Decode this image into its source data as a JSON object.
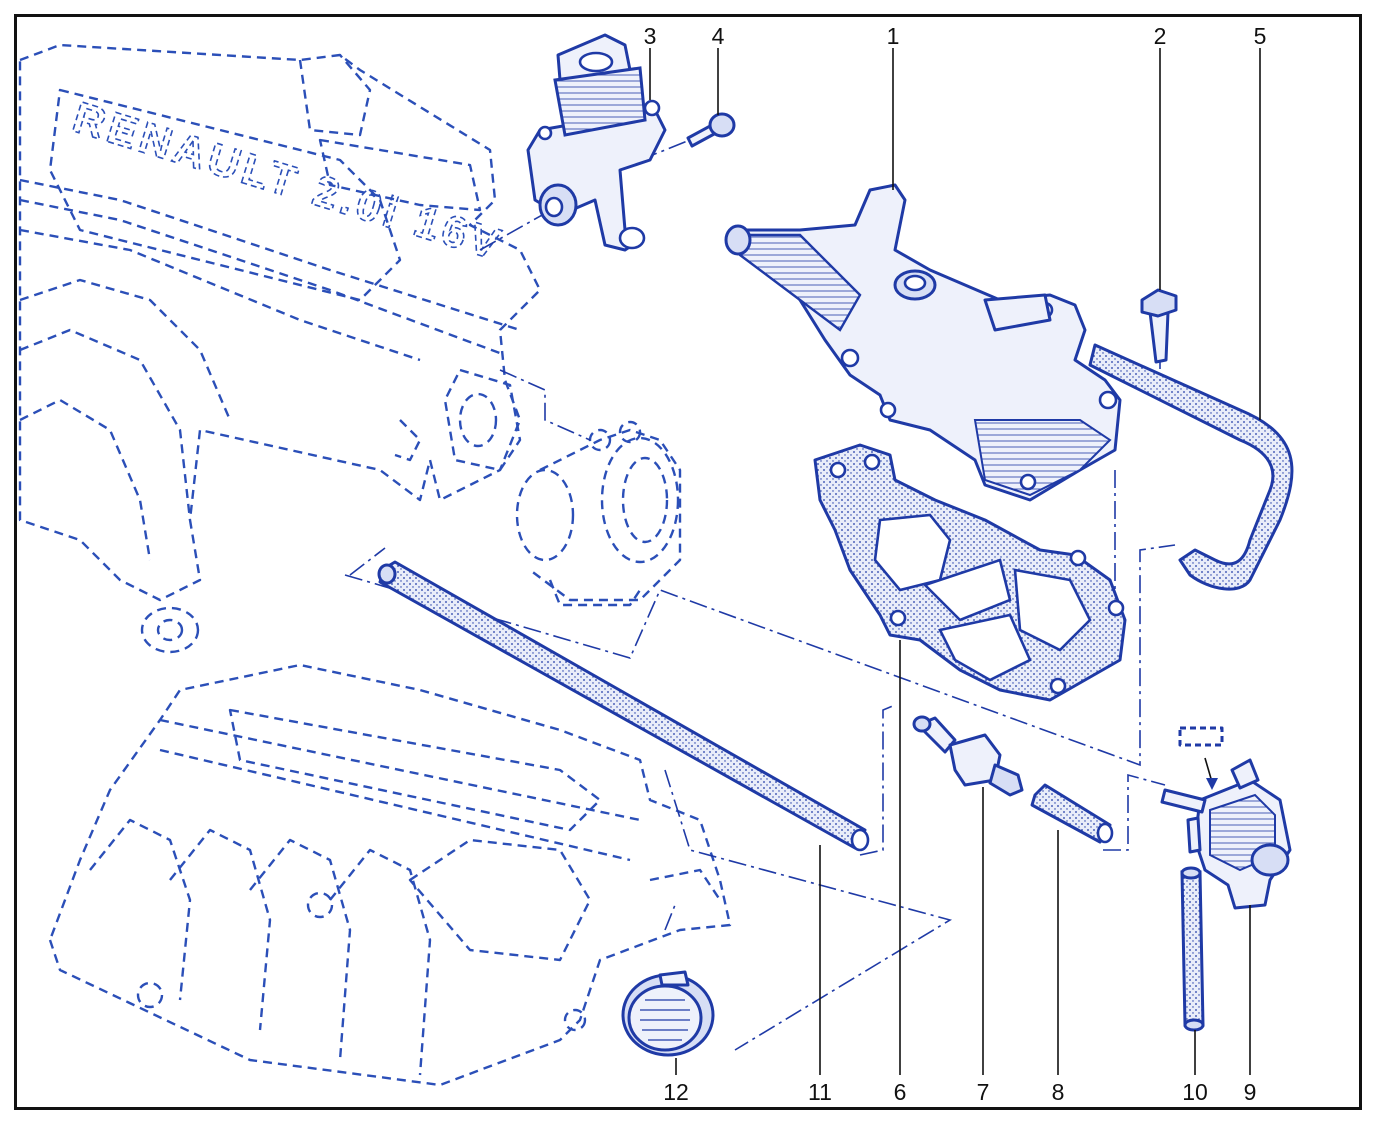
{
  "diagram": {
    "brand_lettering": "RENAULT 2.0i 16V",
    "part_labels": [
      "1",
      "2",
      "3",
      "4",
      "5",
      "6",
      "7",
      "8",
      "9",
      "10",
      "11",
      "12"
    ]
  },
  "colors": {
    "line": "#1f3aa6",
    "ghost": "#2b4fb8",
    "fill": "#eef1fb",
    "label": "#111111"
  }
}
